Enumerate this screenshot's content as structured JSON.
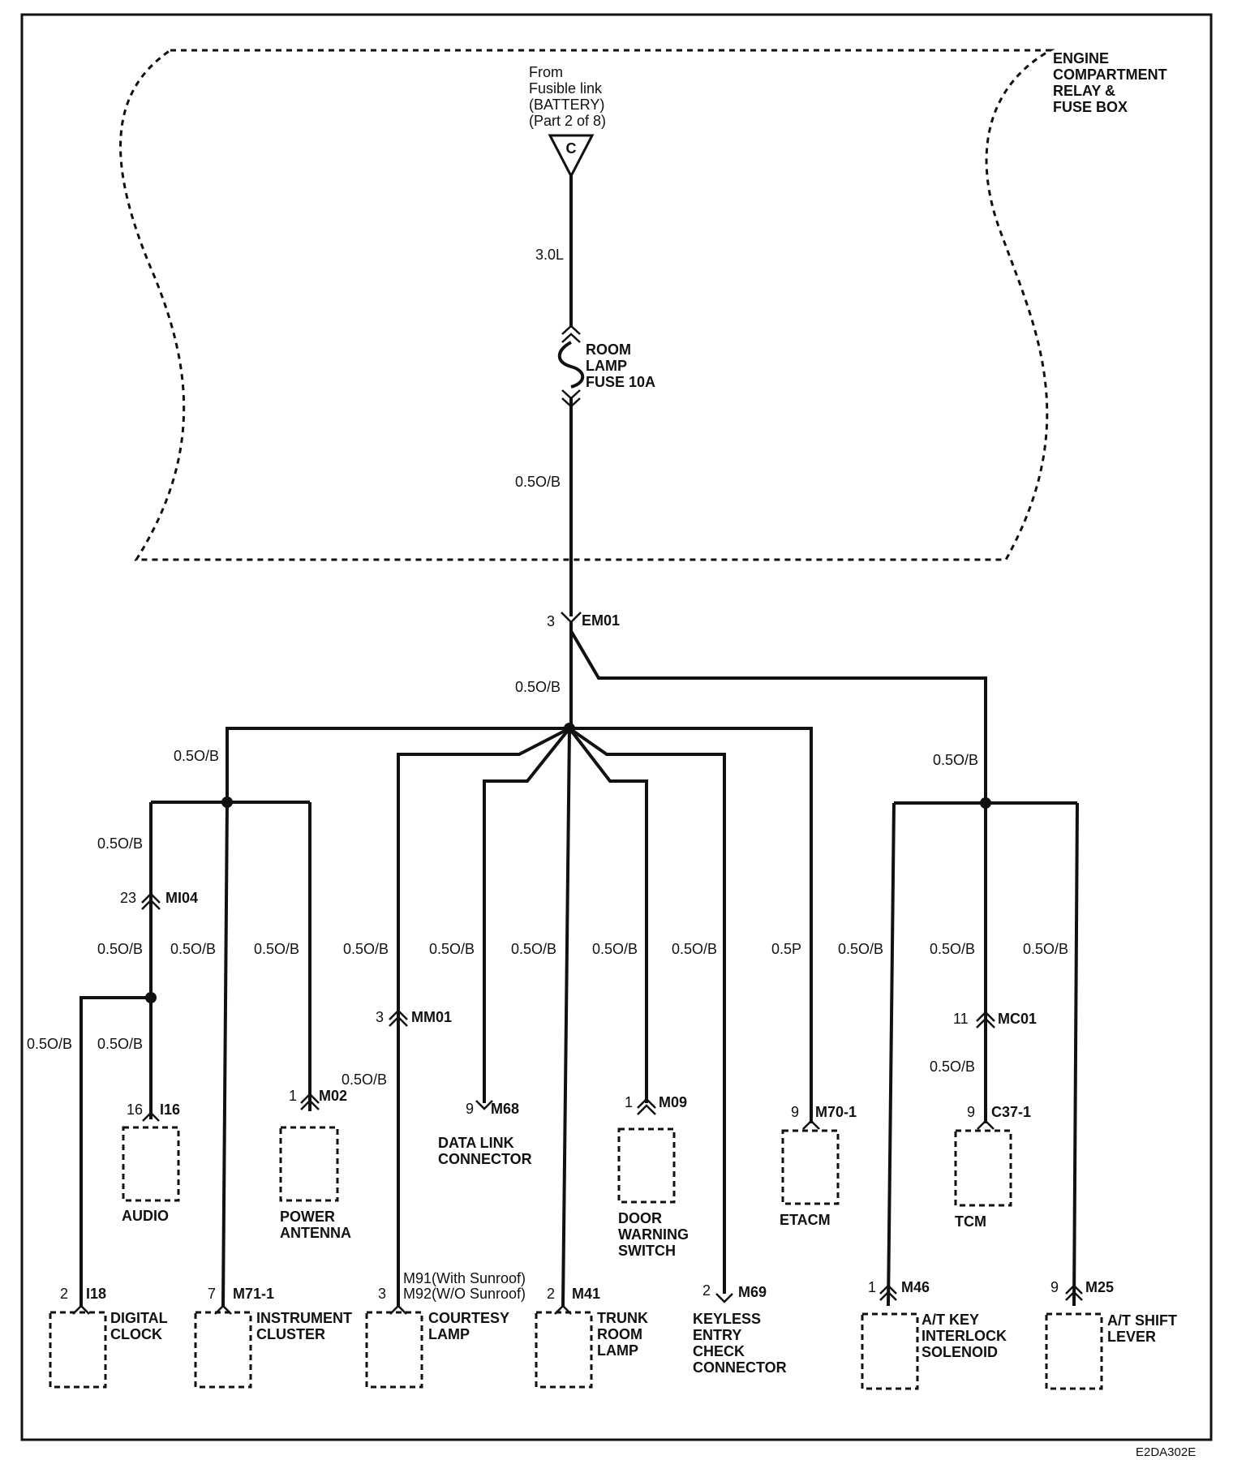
{
  "source": {
    "lines": [
      "From",
      "Fusible link",
      "(BATTERY)",
      "(Part 2 of 8)"
    ],
    "symbol": "C"
  },
  "box": {
    "lines": [
      "ENGINE",
      "COMPARTMENT",
      "RELAY &",
      "FUSE BOX"
    ]
  },
  "fuse": {
    "lines": [
      "ROOM",
      "LAMP",
      "FUSE 10A"
    ]
  },
  "wires": {
    "feed": "3.0L",
    "out": "0.5O/B",
    "main": "0.5O/B",
    "left_trunk": "0.5O/B",
    "right_trunk": "0.5O/B",
    "audio_up": "0.5O/B",
    "audio_down": "0.5O/B",
    "clock": "0.5O/B",
    "audio": "0.5O/B",
    "cluster": "0.5O/B",
    "antenna": "0.5O/B",
    "courtesy_up": "0.5O/B",
    "courtesy_down": "0.5O/B",
    "dlc": "0.5O/B",
    "trunk": "0.5O/B",
    "door": "0.5O/B",
    "keyless": "0.5O/B",
    "etacm": "0.5P",
    "atkey": "0.5O/B",
    "tcm_up": "0.5O/B",
    "tcm_down": "0.5O/B",
    "shift": "0.5O/B"
  },
  "connectors": {
    "em01": {
      "pin": "3",
      "name": "EM01"
    },
    "mi04": {
      "pin": "23",
      "name": "MI04"
    },
    "mm01": {
      "pin": "3",
      "name": "MM01"
    },
    "mc01": {
      "pin": "11",
      "name": "MC01"
    }
  },
  "components": {
    "audio": {
      "pin": "16",
      "conn": "I16",
      "lines": [
        "AUDIO"
      ]
    },
    "antenna": {
      "pin": "1",
      "conn": "M02",
      "lines": [
        "POWER",
        "ANTENNA"
      ]
    },
    "dlc": {
      "pin": "9",
      "conn": "M68",
      "lines": [
        "DATA LINK",
        "CONNECTOR"
      ]
    },
    "door": {
      "pin": "1",
      "conn": "M09",
      "lines": [
        "DOOR",
        "WARNING",
        "SWITCH"
      ]
    },
    "etacm": {
      "pin": "9",
      "conn": "M70-1",
      "lines": [
        "ETACM"
      ]
    },
    "tcm": {
      "pin": "9",
      "conn": "C37-1",
      "lines": [
        "TCM"
      ]
    },
    "clock": {
      "pin": "2",
      "conn": "I18",
      "lines": [
        "DIGITAL",
        "CLOCK"
      ]
    },
    "cluster": {
      "pin": "7",
      "conn": "M71-1",
      "lines": [
        "INSTRUMENT",
        "CLUSTER"
      ]
    },
    "courtesy": {
      "pin": "3",
      "conn": [
        "M91(With Sunroof)",
        "M92(W/O Sunroof)"
      ],
      "lines": [
        "COURTESY",
        "LAMP"
      ]
    },
    "trunk": {
      "pin": "2",
      "conn": "M41",
      "lines": [
        "TRUNK",
        "ROOM",
        "LAMP"
      ]
    },
    "keyless": {
      "pin": "2",
      "conn": "M69",
      "lines": [
        "KEYLESS",
        "ENTRY",
        "CHECK",
        "CONNECTOR"
      ]
    },
    "atkey": {
      "pin": "1",
      "conn": "M46",
      "lines": [
        "A/T KEY",
        "INTERLOCK",
        "SOLENOID"
      ]
    },
    "shift": {
      "pin": "9",
      "conn": "M25",
      "lines": [
        "A/T SHIFT",
        "LEVER"
      ]
    }
  },
  "code": "E2DA302E"
}
